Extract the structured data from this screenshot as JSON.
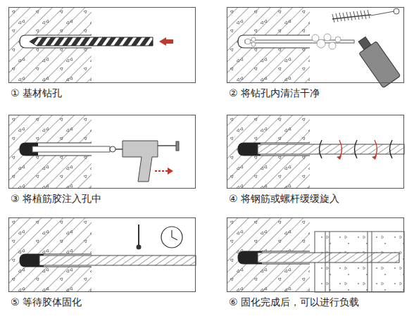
{
  "diagram": {
    "nodes": [
      {
        "text": [
          "① 基材钻孔"
        ]
      },
      {
        "text": [
          "② 将钻孔内清洁干净"
        ]
      },
      {
        "text": [
          "③ 将植筋胶注入孔中"
        ]
      },
      {
        "text": [
          "④ 将钢筋或螺杆缓缓旋入"
        ]
      },
      {
        "text": [
          "⑤ 等待胶体固化"
        ]
      },
      {
        "text": [
          "⑥ 固化完成后，可以进行负载"
        ]
      }
    ]
  }
}
